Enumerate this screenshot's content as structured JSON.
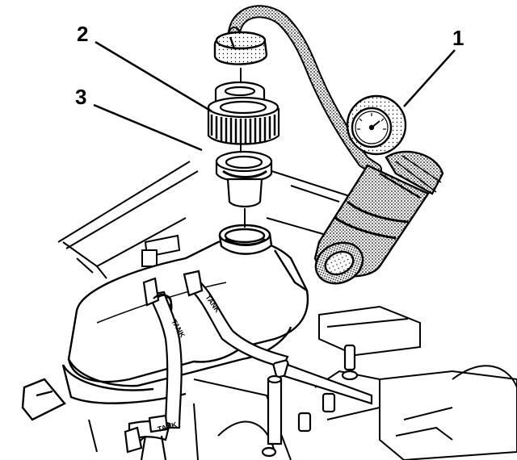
{
  "callouts": {
    "one": "1",
    "two": "2",
    "three": "3"
  },
  "hose_tags": {
    "first": "TANK",
    "second": "TANK",
    "third": "TANK"
  },
  "colors": {
    "ink": "#000000",
    "paper": "#ffffff",
    "stipple": "#8a8a8a"
  }
}
